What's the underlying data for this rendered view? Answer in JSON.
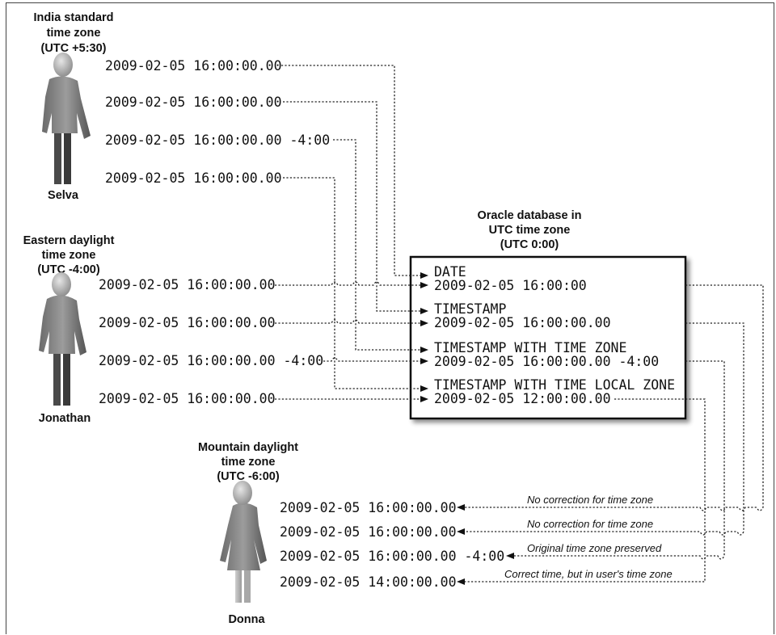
{
  "people": [
    {
      "name": "Selva",
      "zone": [
        "India standard",
        "time zone",
        "(UTC +5:30)"
      ]
    },
    {
      "name": "Jonathan",
      "zone": [
        "Eastern daylight",
        "time zone",
        "(UTC -4:00)"
      ]
    },
    {
      "name": "Donna",
      "zone": [
        "Mountain daylight",
        "time zone",
        "(UTC -6:00)"
      ]
    }
  ],
  "selva_values": [
    "2009-02-05 16:00:00.00",
    "2009-02-05 16:00:00.00",
    "2009-02-05 16:00:00.00 -4:00",
    "2009-02-05 16:00:00.00"
  ],
  "jonathan_values": [
    "2009-02-05 16:00:00.00",
    "2009-02-05 16:00:00.00",
    "2009-02-05 16:00:00.00 -4:00",
    "2009-02-05 16:00:00.00"
  ],
  "database": {
    "title": [
      "Oracle database in",
      "UTC time zone",
      "(UTC 0:00)"
    ],
    "rows": [
      {
        "type": "DATE",
        "value": "2009-02-05 16:00:00"
      },
      {
        "type": "TIMESTAMP",
        "value": "2009-02-05 16:00:00.00"
      },
      {
        "type": "TIMESTAMP WITH TIME ZONE",
        "value": "2009-02-05 16:00:00.00 -4:00"
      },
      {
        "type": "TIMESTAMP WITH TIME LOCAL ZONE",
        "value": "2009-02-05 12:00:00.00"
      }
    ]
  },
  "donna_values": [
    "2009-02-05 16:00:00.00",
    "2009-02-05 16:00:00.00",
    "2009-02-05 16:00:00.00 -4:00",
    "2009-02-05 14:00:00.00"
  ],
  "notes": [
    "No correction for time zone",
    "No correction for time zone",
    "Original time zone preserved",
    "Correct time, but in user's time zone"
  ]
}
